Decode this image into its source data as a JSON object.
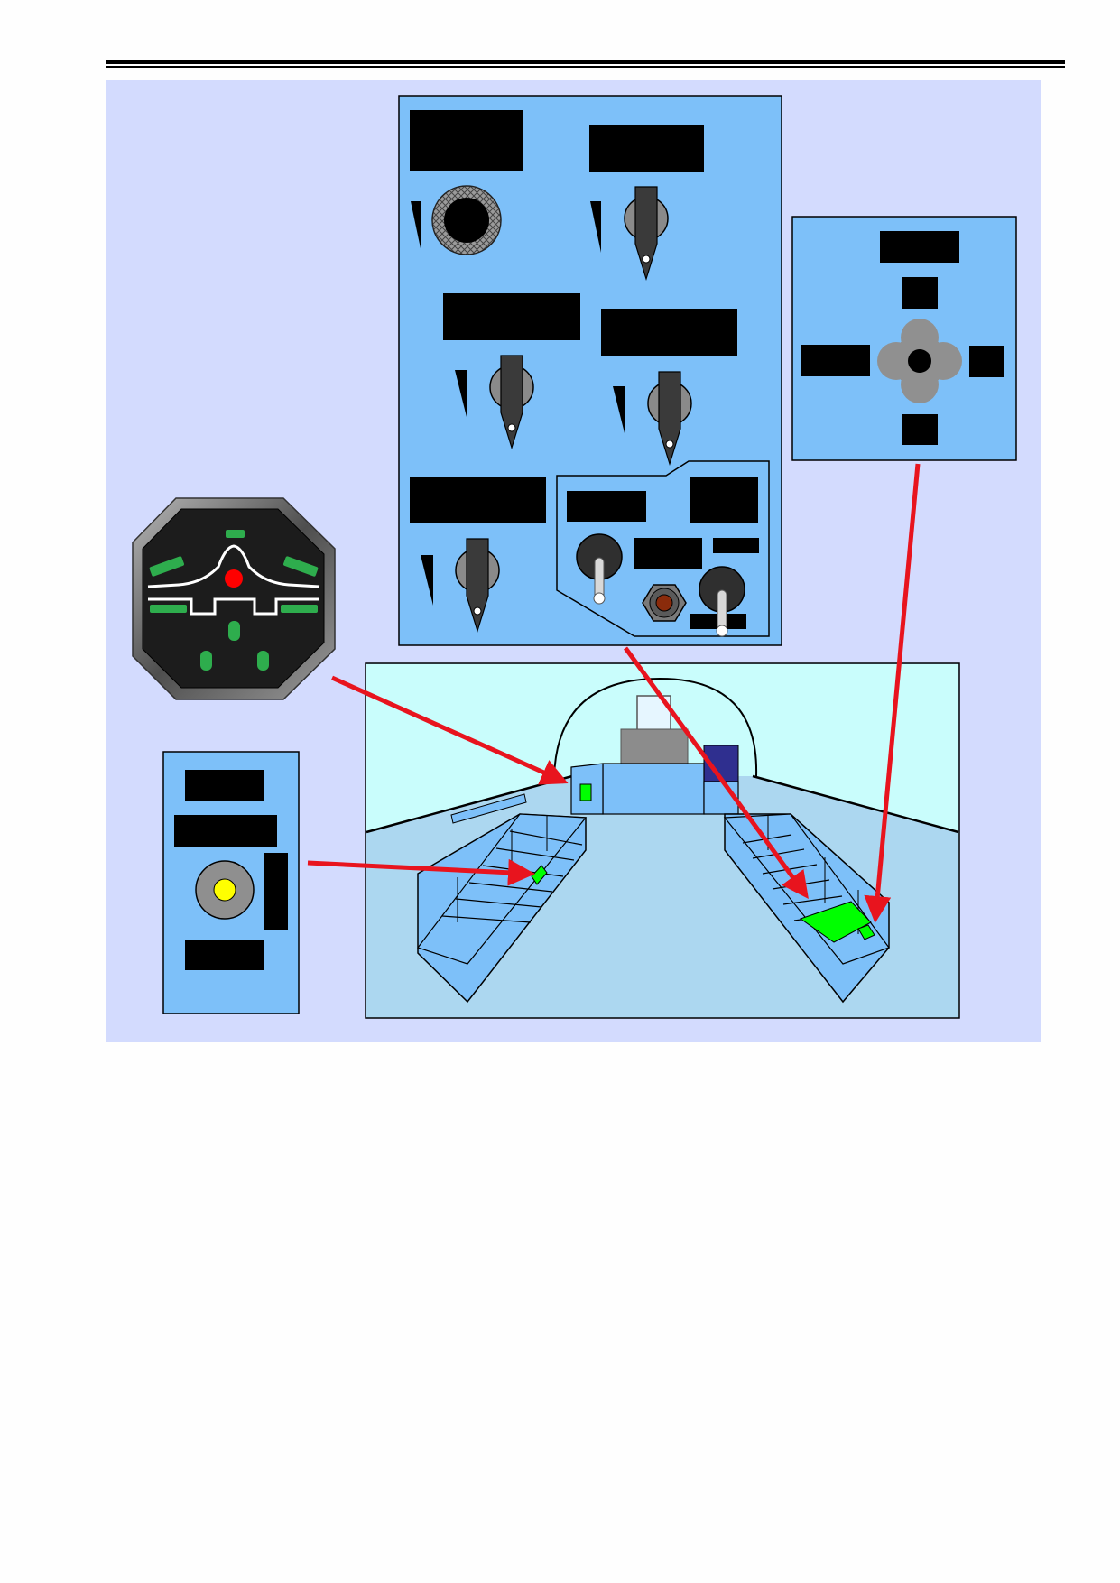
{
  "figure": {
    "redacted_labels": true
  },
  "colors": {
    "page_background": "#fefefe",
    "figure_background": "#d3dbfe",
    "panel_blue": "#7dc0f9",
    "cockpit_sky": "#c9fdfc",
    "cockpit_floor": "#acd7f0",
    "callout_arrow": "#e8141e",
    "indicator_green": "#2ead4d",
    "bright_green": "#00ff00",
    "warning_red": "#ff0000",
    "lamp_yellow": "#ffff00",
    "toggle_nut_brown": "#8a2b0b",
    "label_redaction": "#000000"
  },
  "panels": {
    "main_switch_panel": {
      "icons": [
        "rotary-knob-icon",
        "rotary-selector-icon",
        "toggle-switch-icon",
        "guarded-push-button-icon"
      ],
      "selector_count": 4,
      "toggle_switch_count": 2,
      "redacted_label_count": 11
    },
    "remote_control_panel": {
      "icons": [
        "four-way-hat-switch-icon"
      ],
      "redacted_label_count": 5
    },
    "attitude_indicator": {
      "icons": [
        "attitude-indicator-icon",
        "aircraft-symbol-icon"
      ]
    },
    "indicator_lamp_panel": {
      "icons": [
        "yellow-lamp-icon"
      ],
      "redacted_label_count": 4
    },
    "cockpit_overview": {
      "callout_count": 4,
      "console_count": 2
    }
  }
}
